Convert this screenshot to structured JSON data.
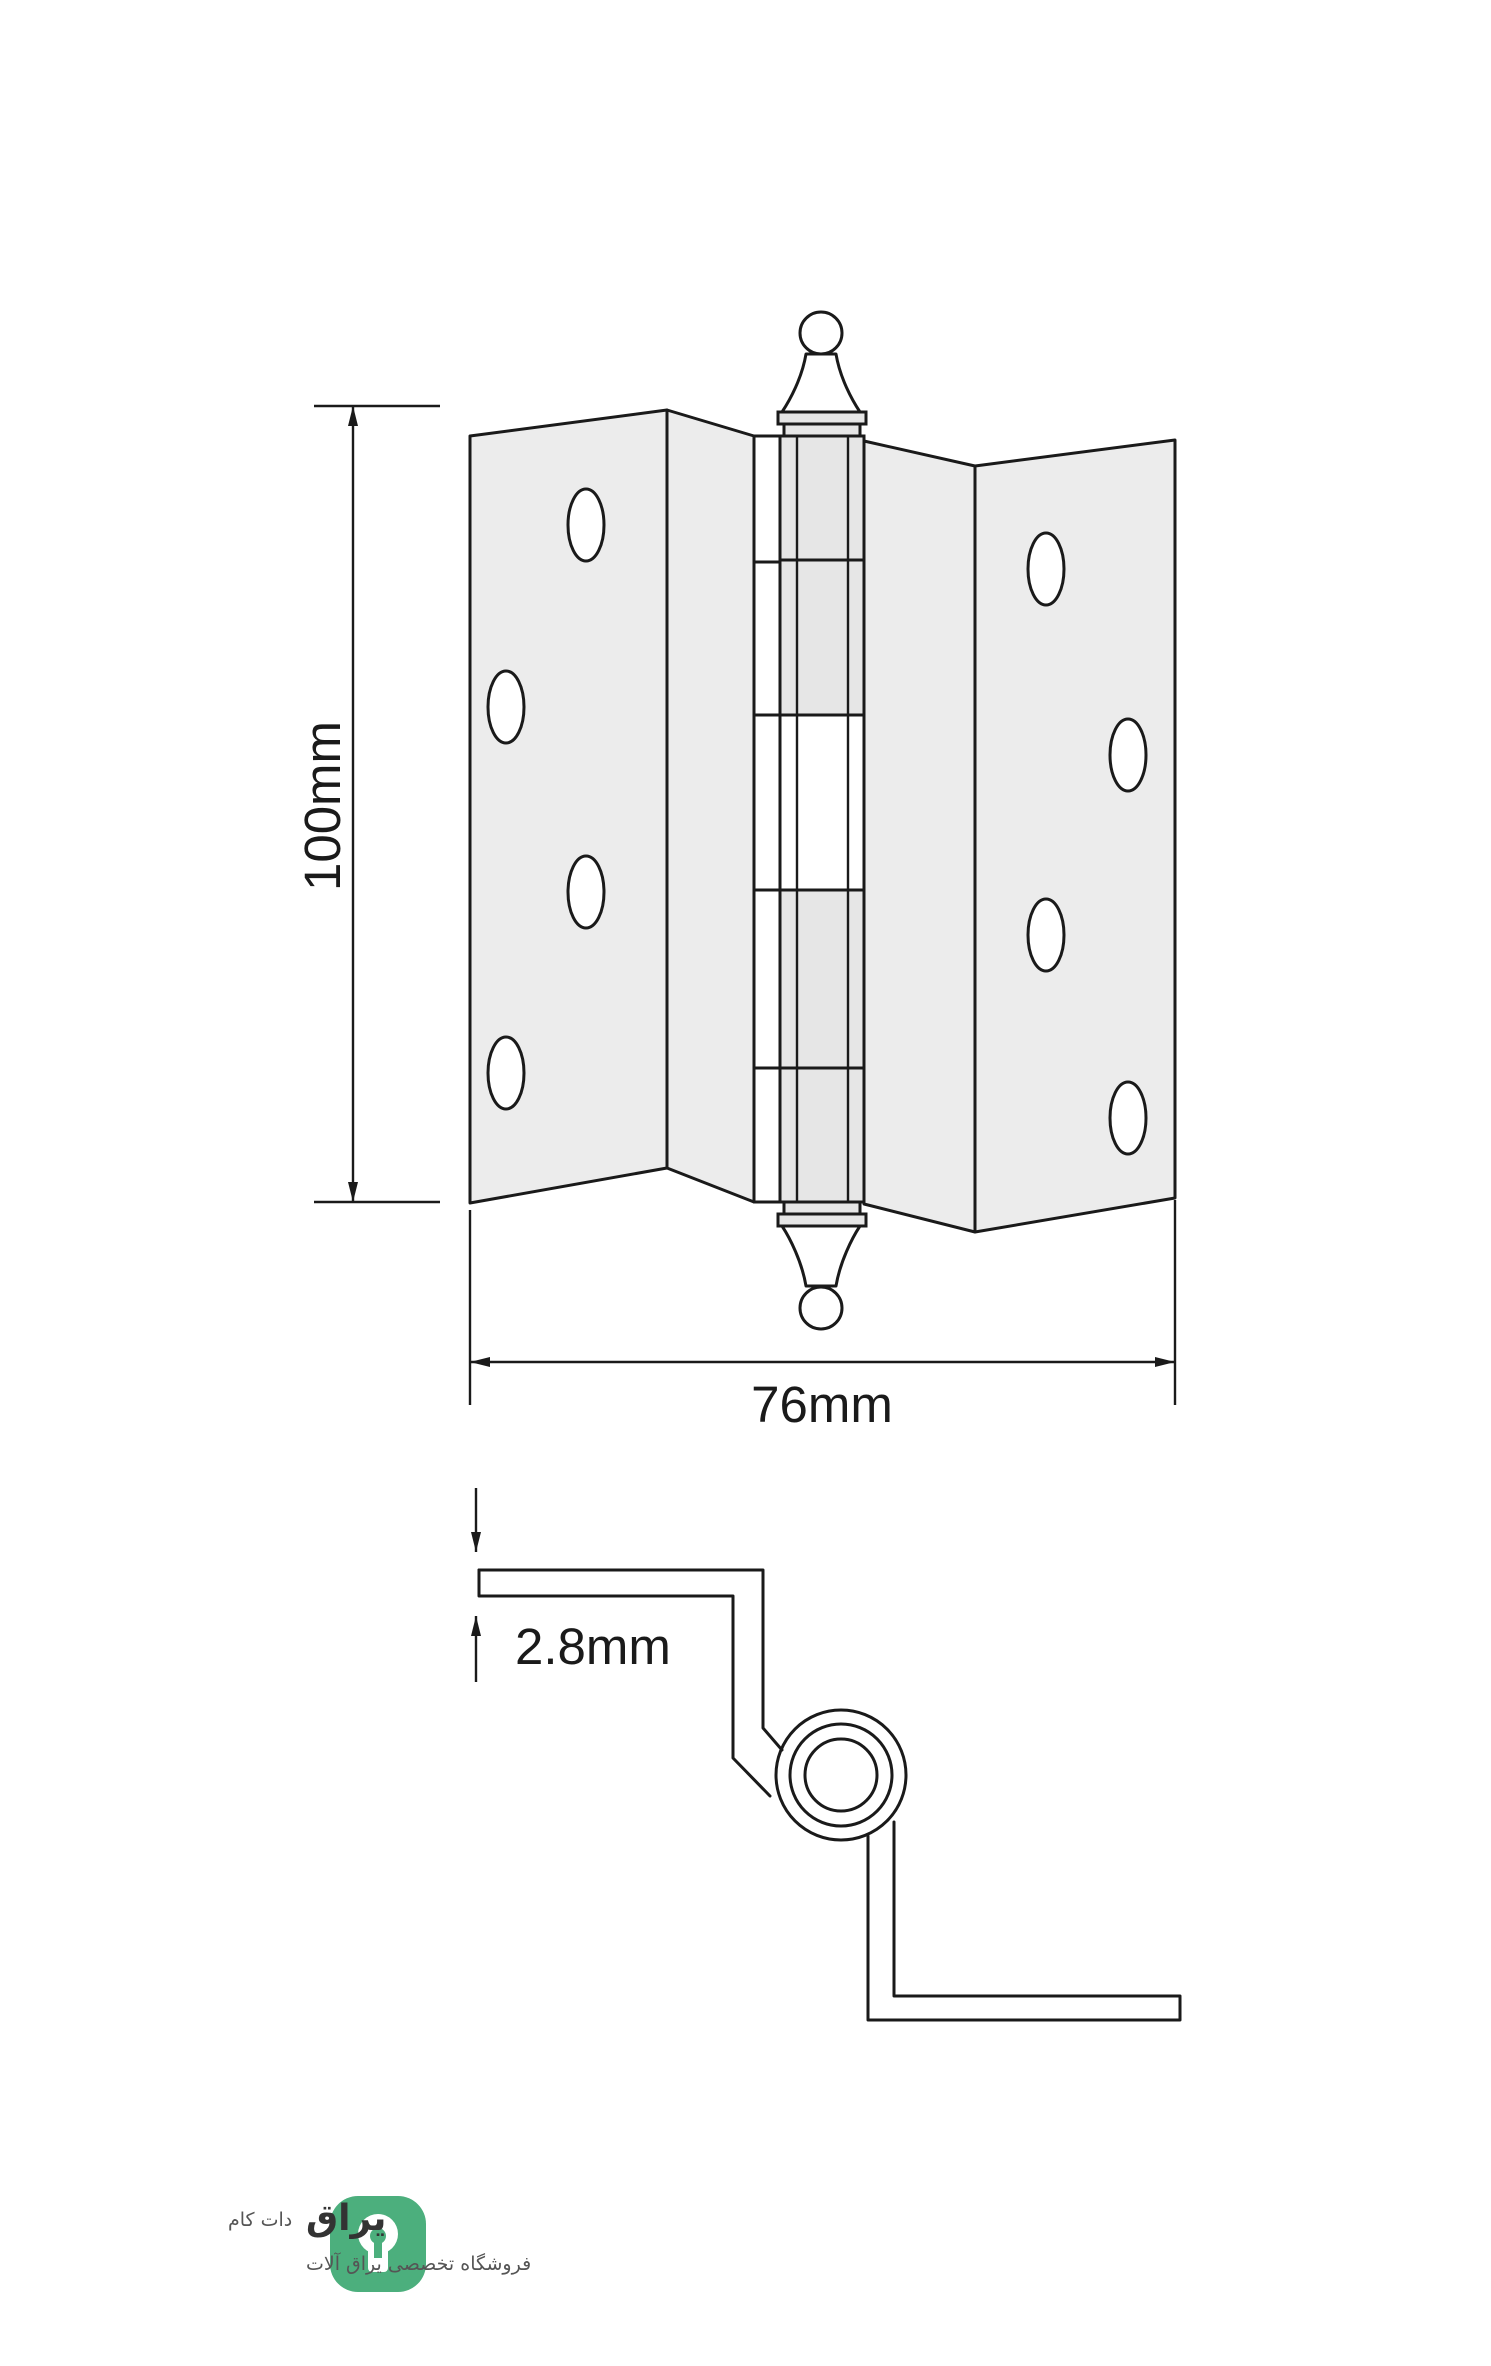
{
  "diagram": {
    "dimensions": {
      "height_label": "100mm",
      "width_label": "76mm",
      "thickness_label": "2.8mm"
    }
  },
  "logo": {
    "name": "یراق",
    "suffix": "دات کام",
    "tagline": "فروشگاه تخصصی یراق آلات",
    "accent_color": "#4caf7d"
  }
}
